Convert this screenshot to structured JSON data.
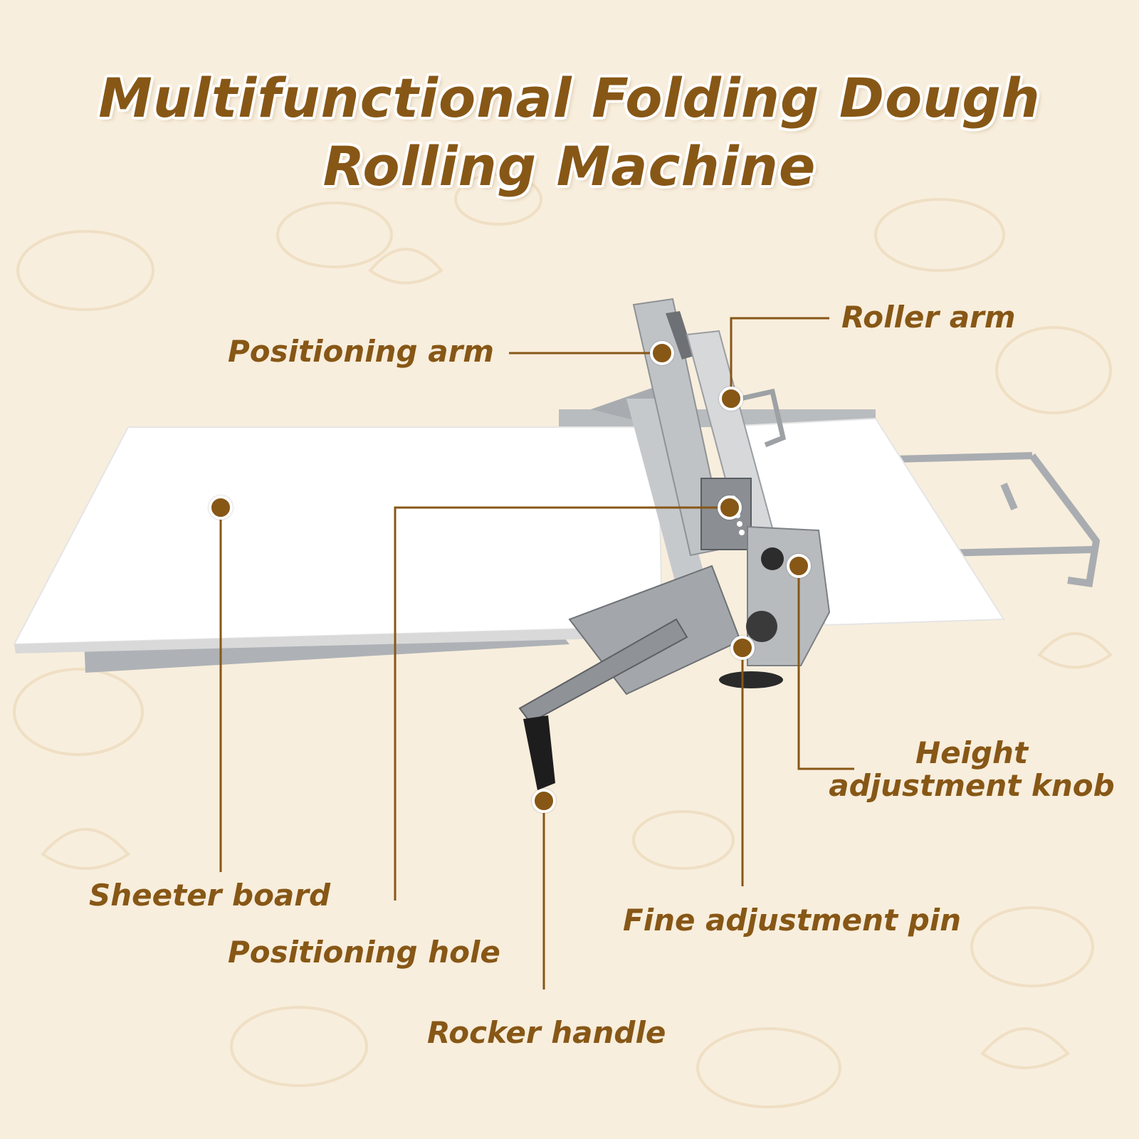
{
  "title": {
    "line1": "Multifunctional Folding Dough",
    "line2": "Rolling Machine"
  },
  "colors": {
    "background": "#f8eedd",
    "accent": "#875716",
    "board": "#ffffff",
    "steel": "#b9bcbf"
  },
  "callouts": {
    "positioning_arm": "Positioning arm",
    "roller_arm": "Roller arm",
    "height_adjustment_knob_line1": "Height",
    "height_adjustment_knob_line2": "adjustment knob",
    "sheeter_board": "Sheeter board",
    "positioning_hole": "Positioning hole",
    "fine_adjustment_pin": "Fine adjustment pin",
    "rocker_handle": "Rocker handle"
  }
}
